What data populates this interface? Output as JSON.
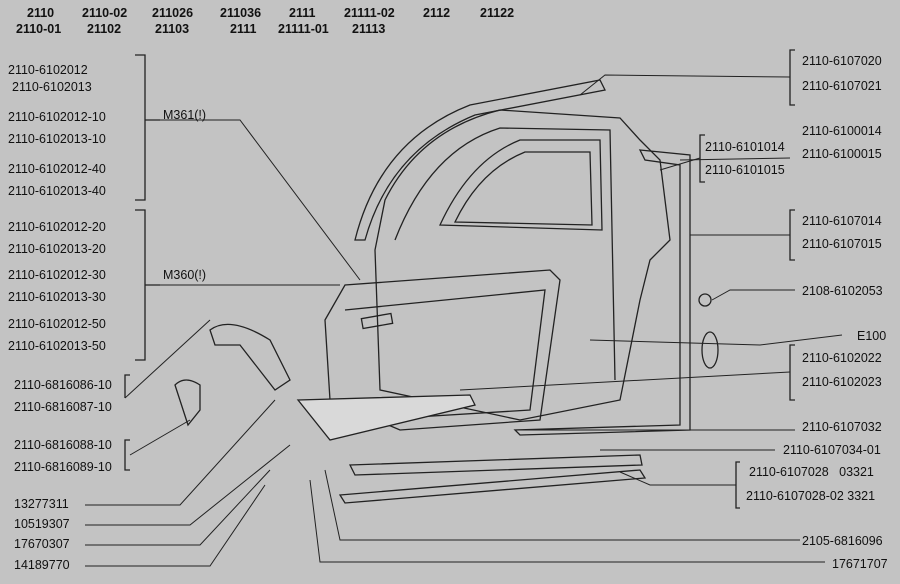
{
  "models": [
    [
      "2110",
      "2110-01"
    ],
    [
      "2110-02",
      "21102"
    ],
    [
      "211026",
      "21103"
    ],
    [
      "211036",
      "2111"
    ],
    [
      "2111",
      "21111-01"
    ],
    [
      "21111-02",
      "21113"
    ],
    [
      "2112",
      ""
    ],
    [
      "21122",
      ""
    ]
  ],
  "left_labels": [
    "2110-6102012",
    "2110-6102013",
    "2110-6102012-10",
    "2110-6102013-10",
    "2110-6102012-40",
    "2110-6102013-40",
    "2110-6102012-20",
    "2110-6102013-20",
    "2110-6102012-30",
    "2110-6102013-30",
    "2110-6102012-50",
    "2110-6102013-50"
  ],
  "trim_labels": {
    "m361": "M361(!)",
    "m360": "M360(!)"
  },
  "handle_labels": [
    "2110-6816086-10",
    "2110-6816087-10",
    "2110-6816088-10",
    "2110-6816089-10"
  ],
  "fastener_labels": [
    "13277311",
    "10519307",
    "17670307",
    "14189770"
  ],
  "right_labels": [
    "2110-6107020",
    "2110-6107021",
    "2110-6100014",
    "2110-6100015",
    "2110-6101014",
    "2110-6101015",
    "2110-6107014",
    "2110-6107015",
    "2108-6102053",
    "E100",
    "2110-6102022",
    "2110-6102023",
    "2110-6107032",
    "2110-6107034-01",
    "2110-6107028   03321",
    "2110-6107028-02 3321",
    "2105-6816096",
    "17671707"
  ]
}
